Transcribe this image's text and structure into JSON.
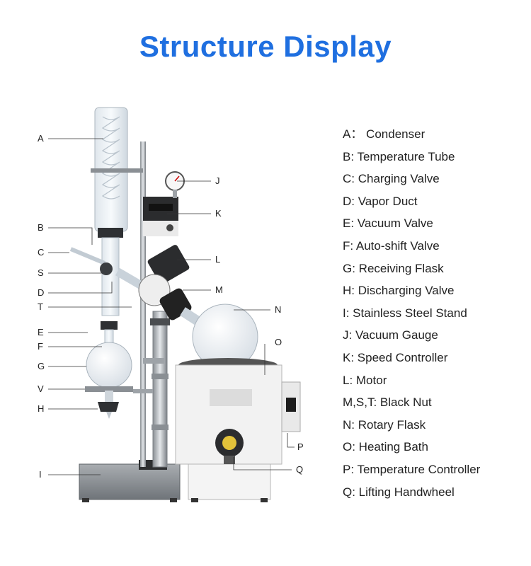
{
  "title": "Structure Display",
  "legend": [
    "A： Condenser",
    "B: Temperature Tube",
    "C: Charging Valve",
    "D: Vapor Duct",
    "E: Vacuum Valve",
    "F: Auto-shift Valve",
    "G: Receiving Flask",
    "H: Discharging Valve",
    "I: Stainless Steel Stand",
    "J: Vacuum Gauge",
    "K: Speed Controller",
    "L: Motor",
    "M,S,T: Black Nut",
    "N: Rotary Flask",
    "O: Heating Bath",
    "P: Temperature Controller",
    "Q: Lifting Handwheel"
  ],
  "callouts": {
    "A": "A",
    "B": "B",
    "C": "C",
    "S": "S",
    "D": "D",
    "T": "T",
    "E": "E",
    "F": "F",
    "G": "G",
    "V": "V",
    "H": "H",
    "I": "I",
    "J": "J",
    "K": "K",
    "L": "L",
    "M": "M",
    "N": "N",
    "O": "O",
    "P": "P",
    "Q": "Q"
  }
}
